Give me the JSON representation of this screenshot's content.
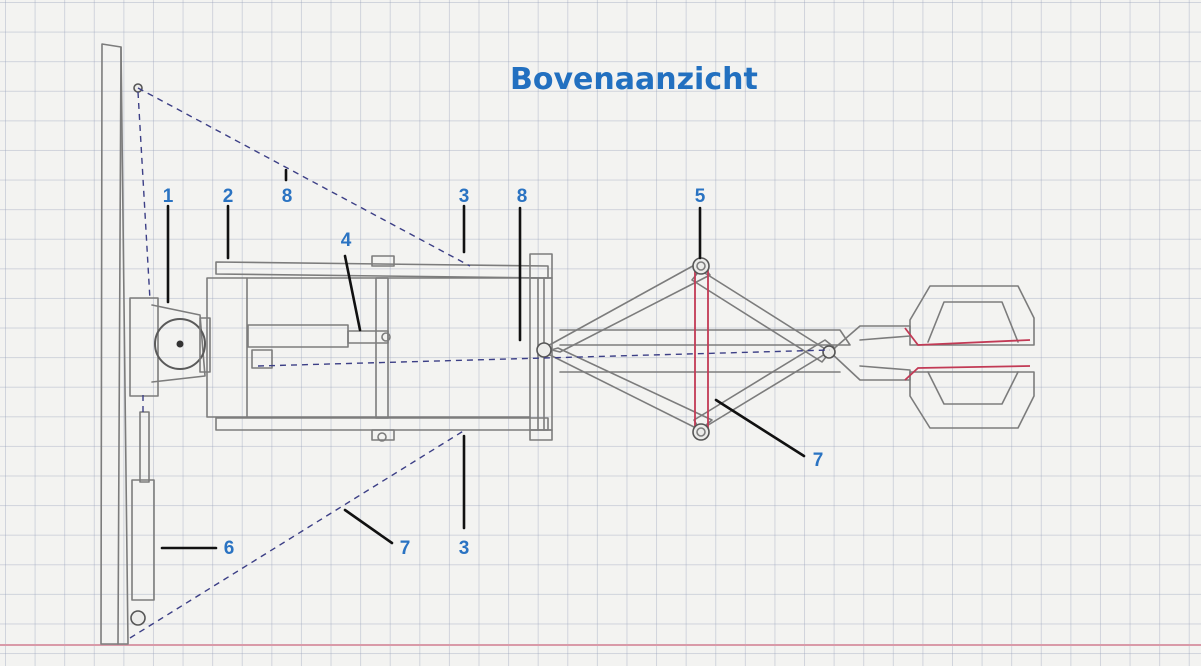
{
  "title": "Bovenaanzicht",
  "callouts": {
    "c1": "1",
    "c2": "2",
    "c8_top": "8",
    "c3_top": "3",
    "c8_mid": "8",
    "c5": "5",
    "c4": "4",
    "c7_right": "7",
    "c6": "6",
    "c7_bottom": "7",
    "c3_bottom": "3"
  },
  "colors": {
    "callout_text": "#2a73c2",
    "title_text": "#2270c0",
    "dashed_line": "#3c3f86",
    "red_mark": "#c23a55",
    "margin_line": "#d99aa8"
  }
}
